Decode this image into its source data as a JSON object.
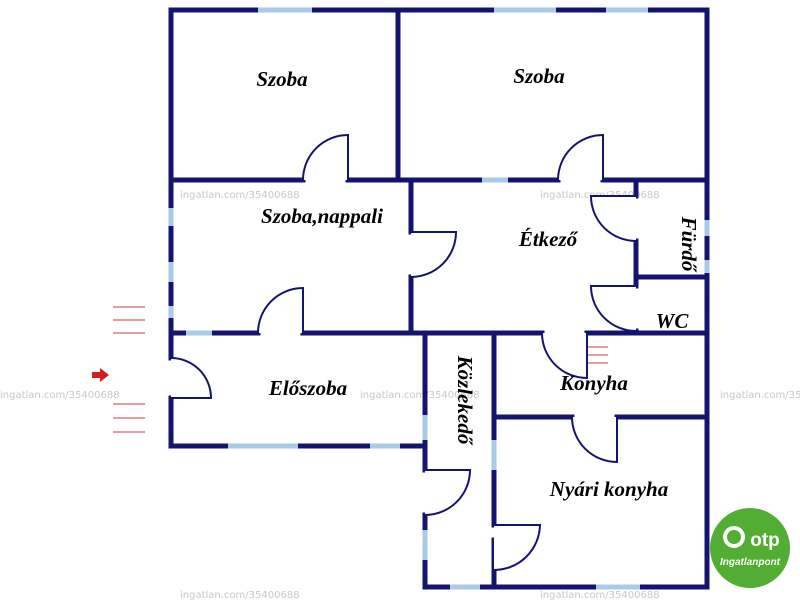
{
  "rooms": {
    "szoba_left": "Szoba",
    "szoba_right": "Szoba",
    "nappali": "Szoba,nappali",
    "etkezo": "Étkező",
    "furdo": "Fürdő",
    "wc": "WC",
    "eloszoba": "Előszoba",
    "kozlekedo": "Közlekedő",
    "konyha": "Konyha",
    "nyari_konyha": "Nyári konyha"
  },
  "watermark": "ingatlan.com/35400688",
  "logo": {
    "brand": "otp",
    "subtitle": "Ingatlanpont",
    "color": "#52ae32"
  },
  "colors": {
    "wall": "#14146e",
    "window": "#a9cbe6",
    "entrance_arrow": "#d21e1e"
  }
}
